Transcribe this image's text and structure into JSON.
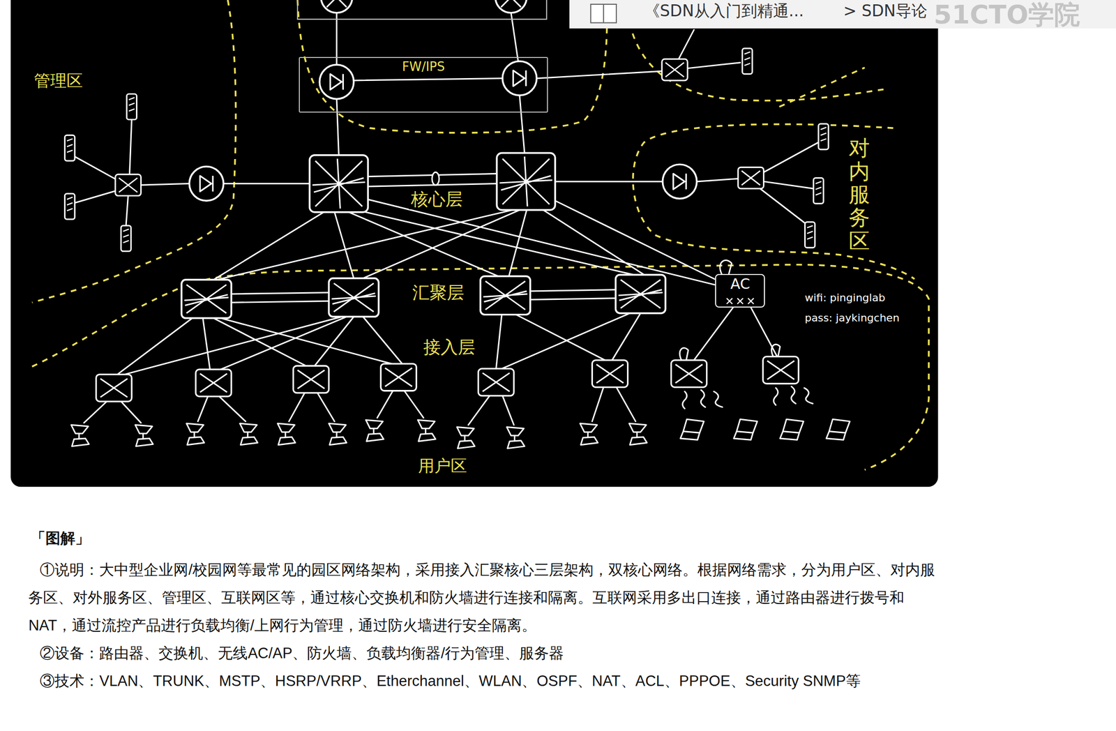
{
  "diagram": {
    "nodes": [
      {
        "text": [
          "FW/IPS"
        ]
      },
      {
        "text": [
          "AC"
        ]
      }
    ],
    "labels": [
      "《SDN从入门到精通...",
      "> SDN导论",
      "51CTO学院",
      "管理区",
      "核心层",
      "汇聚层",
      "接入层",
      "用户区",
      "对内服务区",
      "wifi: pinginglab",
      "pass: jaykingchen",
      "「图解」",
      "①说明：大中型企业网/校园网等最常见的园区网络架构，采用接入汇聚核心三层架构，双核心网络。根据网络需求，分为用户区、对内服务区、对外服务区、管理区、互联网区等，通过核心交换机和防火墙进行连接和隔离。互联网采用多出口连接，通过路由器进行拨号和NAT，通过流控产品进行负载均衡/上网行为管理，通过防火墙进行安全隔离。",
      "②设备：路由器、交换机、无线AC/AP、防火墙、负载均衡器/行为管理、服务器",
      "③技术：VLAN、TRUNK、MSTP、HSRP/VRRP、Etherchannel、WLAN、OSPF、NAT、ACL、PPPOE、Security SNMP等"
    ]
  }
}
